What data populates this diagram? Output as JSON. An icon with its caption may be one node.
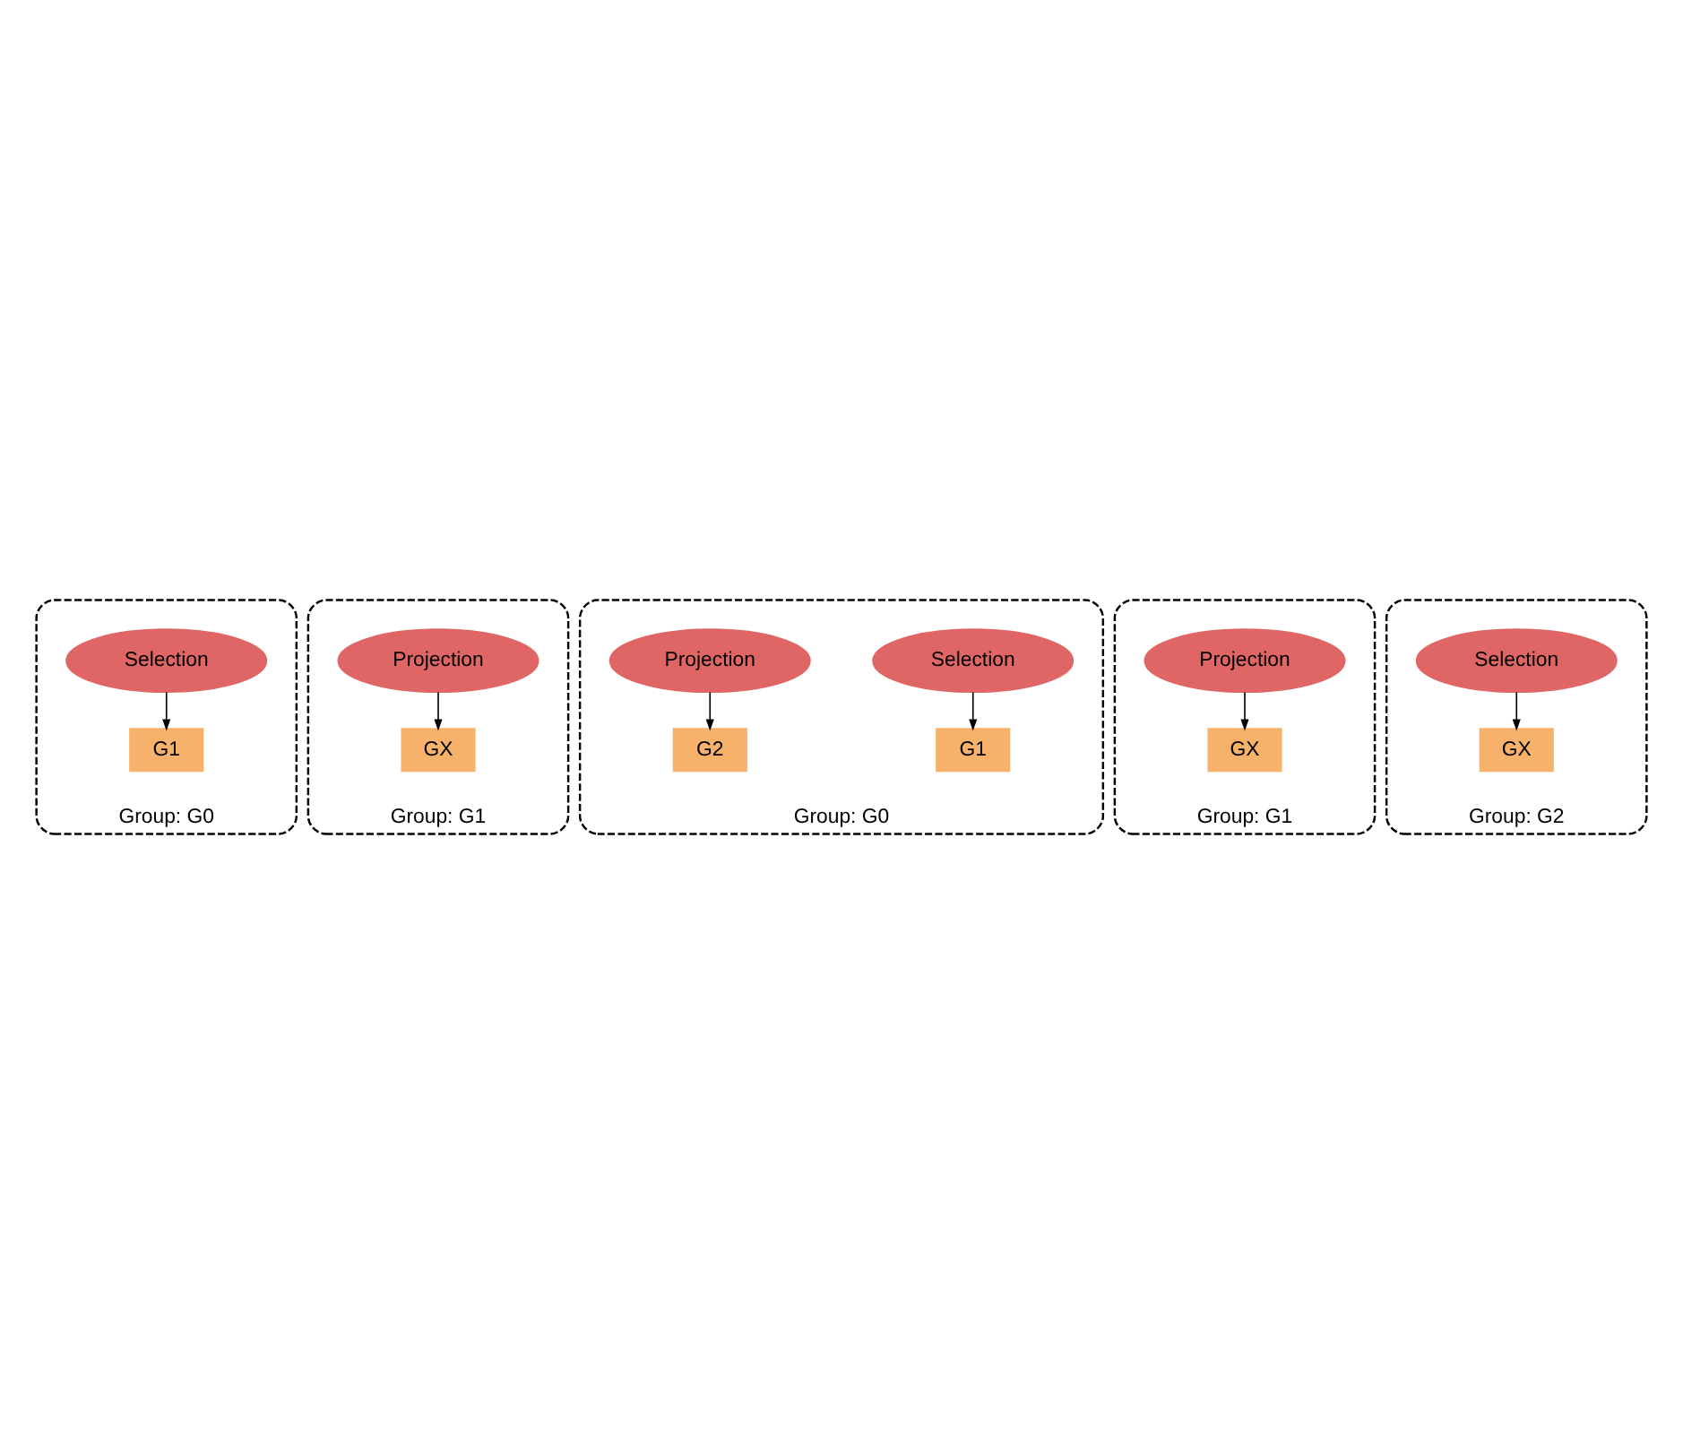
{
  "diagram": {
    "nodes": [
      {
        "text": [
          "Group: G0"
        ]
      },
      {
        "text": [
          "Selection"
        ],
        "in": 0
      },
      {
        "text": [
          "G1"
        ],
        "in": 0
      },
      {
        "text": [
          "Group: G1"
        ]
      },
      {
        "text": [
          "Projection"
        ],
        "in": 3
      },
      {
        "text": [
          "GX"
        ],
        "in": 3
      },
      {
        "text": [
          "Group: G0"
        ]
      },
      {
        "text": [
          "Selection"
        ],
        "in": 6
      },
      {
        "text": [
          "G1"
        ],
        "in": 6
      },
      {
        "text": [
          "Projection"
        ],
        "in": 6
      },
      {
        "text": [
          "G2"
        ],
        "in": 6
      },
      {
        "text": [
          "Group: G1"
        ]
      },
      {
        "text": [
          "Projection"
        ],
        "in": 11
      },
      {
        "text": [
          "GX"
        ],
        "in": 11
      },
      {
        "text": [
          "Group: G2"
        ]
      },
      {
        "text": [
          "Selection"
        ],
        "in": 14
      },
      {
        "text": [
          "GX"
        ],
        "in": 14
      }
    ],
    "edges": [
      {
        "from": 1,
        "to": 2,
        "arrow": "to"
      },
      {
        "from": 4,
        "to": 5,
        "arrow": "to"
      },
      {
        "from": 7,
        "to": 8,
        "arrow": "to"
      },
      {
        "from": 9,
        "to": 10,
        "arrow": "to"
      },
      {
        "from": 12,
        "to": 13,
        "arrow": "to"
      },
      {
        "from": 15,
        "to": 16,
        "arrow": "to"
      }
    ]
  }
}
